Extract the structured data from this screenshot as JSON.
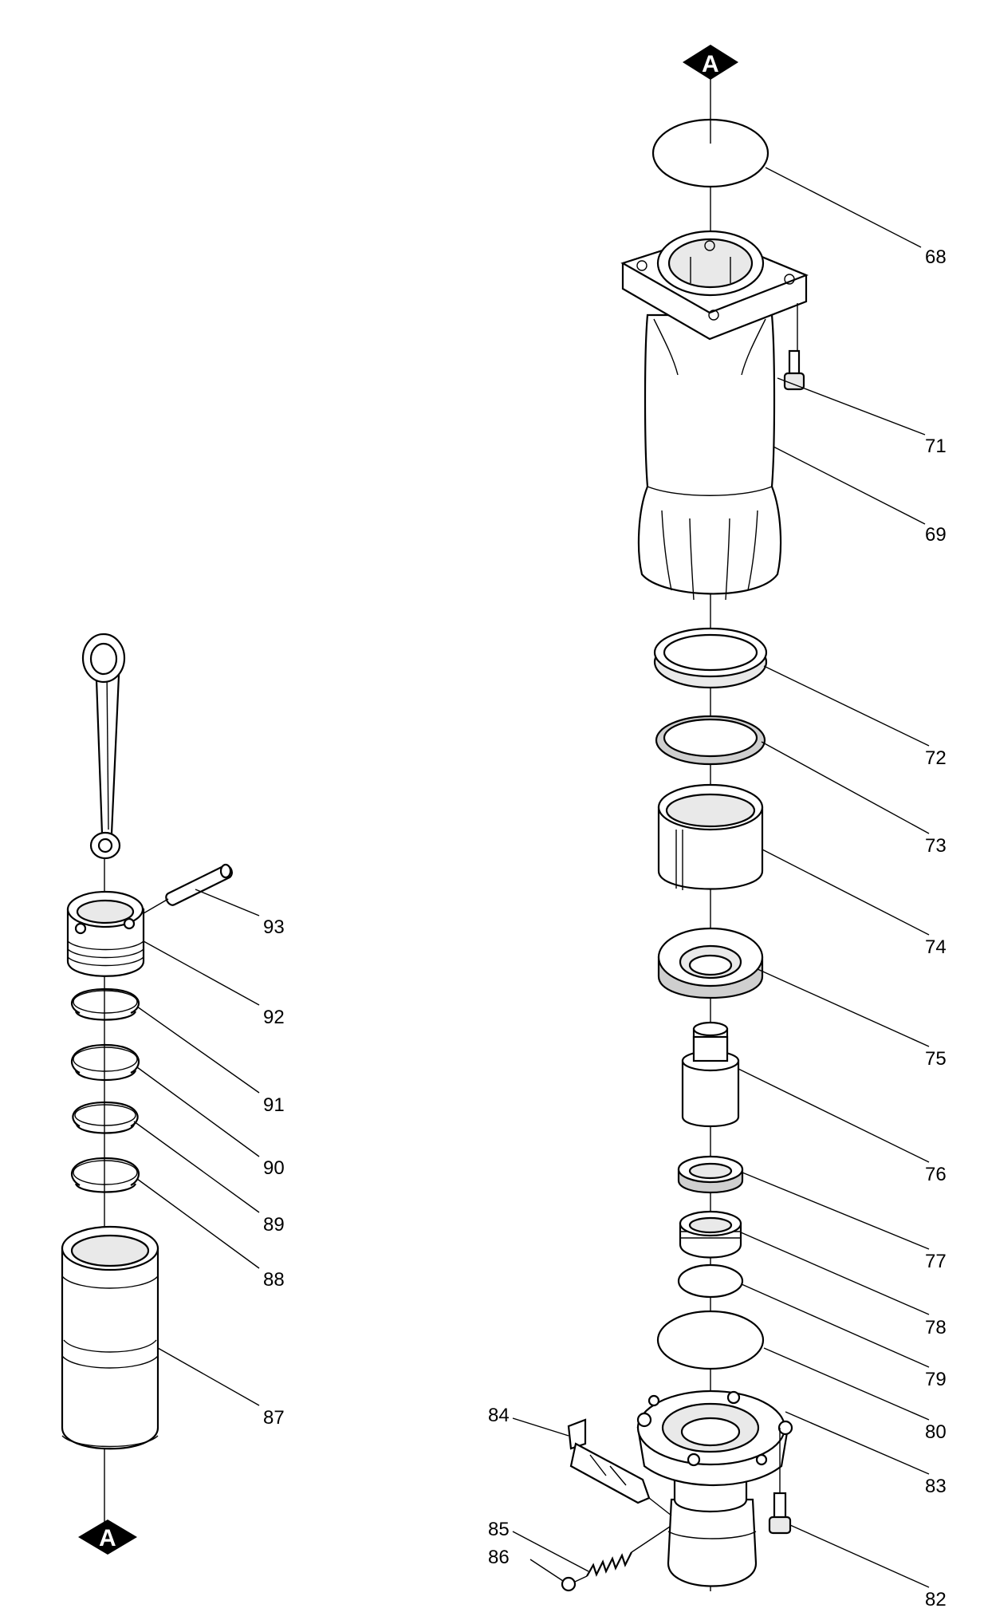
{
  "diagram": {
    "marker_letter": "A",
    "part_labels": [
      "68",
      "69",
      "71",
      "72",
      "73",
      "74",
      "75",
      "76",
      "77",
      "78",
      "79",
      "80",
      "82",
      "83",
      "84",
      "85",
      "86",
      "87",
      "88",
      "89",
      "90",
      "91",
      "92",
      "93"
    ]
  }
}
